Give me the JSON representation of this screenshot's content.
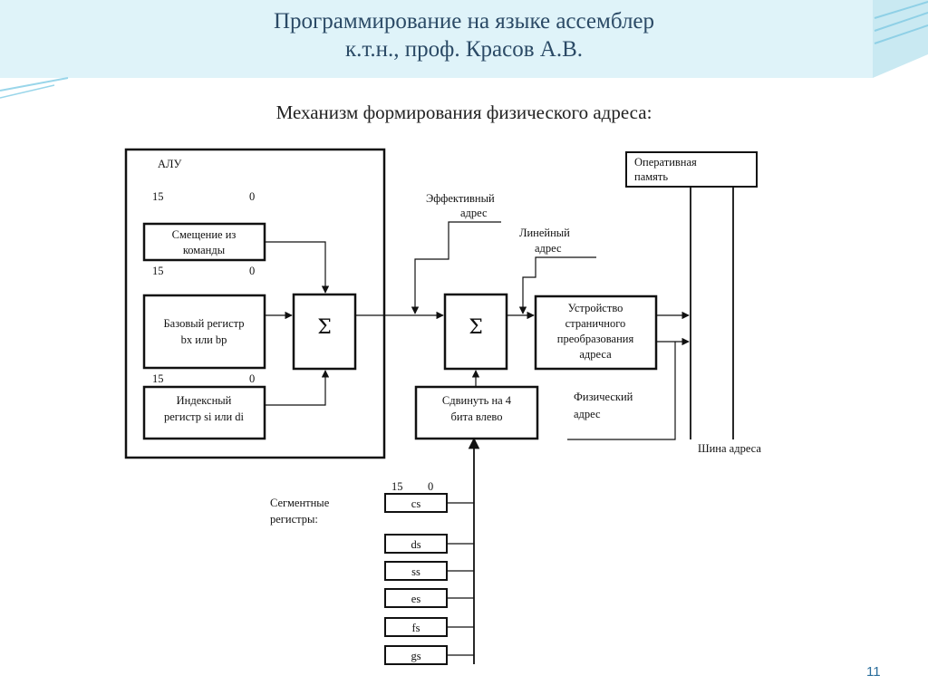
{
  "header": {
    "title_line1": "Программирование на языке ассемблер",
    "title_line2": "к.т.н., проф. Красов А.В."
  },
  "slide": {
    "subtitle": "Механизм формирования физического адреса:",
    "page_number": "11"
  },
  "diagram": {
    "alu_label": "АЛУ",
    "bits_hi": "15",
    "bits_lo": "0",
    "offset_line1": "Смещение из",
    "offset_line2": "команды",
    "base_line1": "Базовый регистр",
    "base_line2": "bx или bp",
    "index_line1": "Индексный",
    "index_line2": "регистр si или di",
    "sigma": "Σ",
    "effective_line1": "Эффективный",
    "effective_line2": "адрес",
    "linear_line1": "Линейный",
    "linear_line2": "адрес",
    "shift_line1": "Сдвинуть на 4",
    "shift_line2": "бита влево",
    "paging_line1": "Устройство",
    "paging_line2": "страничного",
    "paging_line3": "преобразования",
    "paging_line4": "адреса",
    "ram_line1": "Оперативная",
    "ram_line2": "память",
    "physical_line1": "Физический",
    "physical_line2": "адрес",
    "bus_label": "Шина адреса",
    "segment_line1": "Сегментные",
    "segment_line2": "регистры:",
    "registers": [
      "cs",
      "ds",
      "ss",
      "es",
      "fs",
      "gs"
    ]
  }
}
